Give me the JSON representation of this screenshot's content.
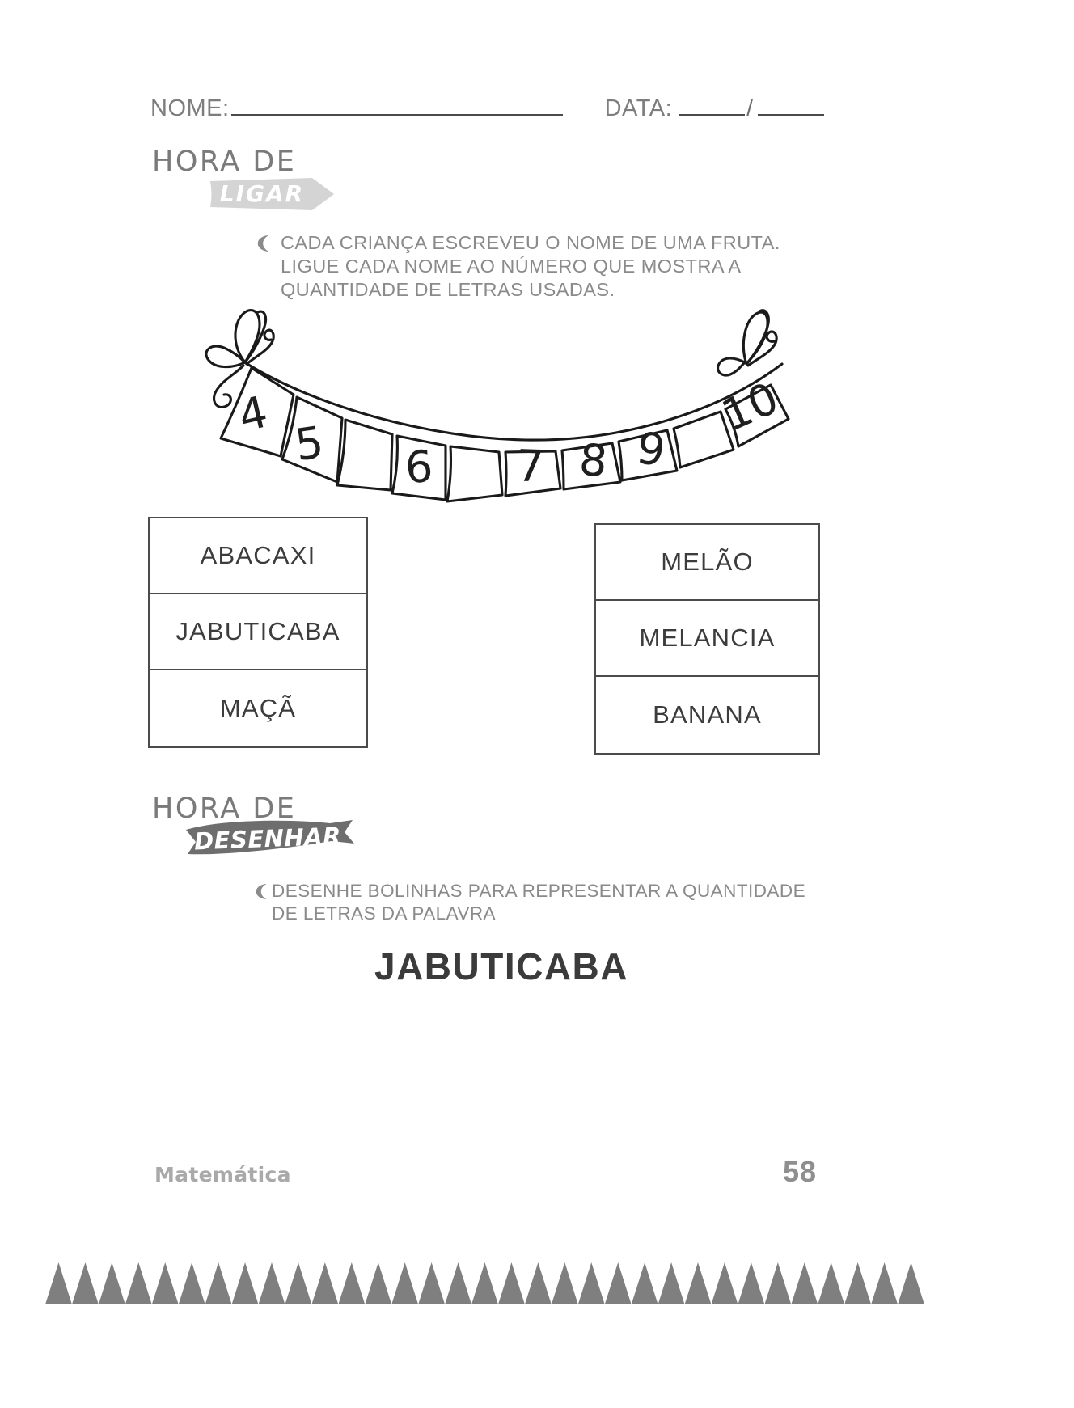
{
  "header": {
    "name_label": "NOME:",
    "date_label": "DATA:",
    "date_separator": "/"
  },
  "sections": [
    {
      "kicker": "HORA DE",
      "banner_label": "LIGAR",
      "instruction": "CADA CRIANÇA ESCREVEU O NOME DE UMA FRUTA. LIGUE CADA NOME AO NÚMERO QUE MOSTRA A QUANTIDADE DE LETRAS USADAS."
    },
    {
      "kicker": "HORA DE",
      "banner_label": "DESENHAR",
      "instruction": "DESENHE BOLINHAS PARA REPRESENTAR A QUANTIDADE DE LETRAS DA PALAVRA"
    }
  ],
  "bunting": {
    "numbers": [
      "4",
      "5",
      "6",
      "7",
      "8",
      "9",
      "10"
    ]
  },
  "word_columns": {
    "left": [
      "ABACAXI",
      "JABUTICABA",
      "MAÇÃ"
    ],
    "right": [
      "MELÃO",
      "MELANCIA",
      "BANANA"
    ]
  },
  "big_word": "JABUTICABA",
  "footer": {
    "subject": "Matemática",
    "page_number": "58"
  },
  "colors": {
    "text_gray": "#8a8a8a",
    "heading_gray": "#7a7a7a",
    "ink": "#3c3c3c",
    "banner_light": "#d4d4d4",
    "banner_dark": "#6e6e6e",
    "footer_gray": "#7f7f7f"
  }
}
